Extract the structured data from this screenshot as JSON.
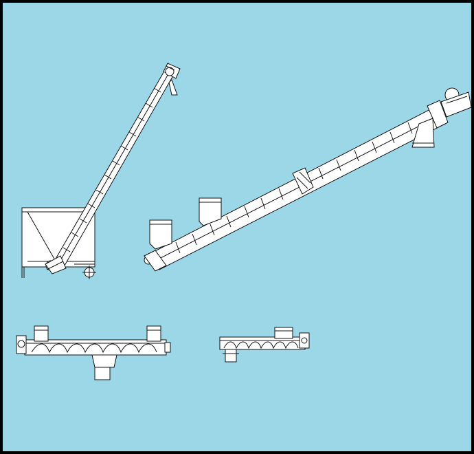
{
  "canvas": {
    "background": "#9cd7e8",
    "border": "#000000",
    "stroke": "#111111",
    "fill": "#ffffff"
  },
  "items": [
    {
      "name": "inclined-screw-conveyor-with-hopper",
      "kind": "hopper-fed incline auger"
    },
    {
      "name": "inclined-screw-conveyor-multi-inlet",
      "kind": "incline auger with two inlets"
    },
    {
      "name": "horizontal-screw-conveyor-center-discharge",
      "kind": "horizontal auger, two inlets, center outlet"
    },
    {
      "name": "horizontal-screw-conveyor-short",
      "kind": "short horizontal auger"
    }
  ]
}
